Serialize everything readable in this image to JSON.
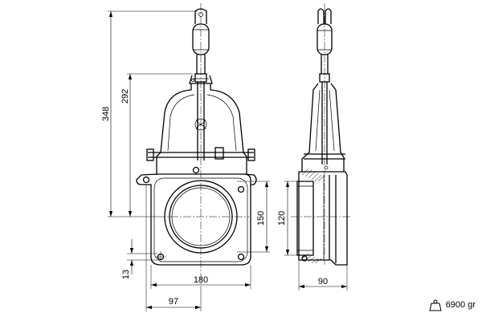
{
  "dimensions": {
    "overall_height": "348",
    "height_to_port_center": "292",
    "flange_width": "180",
    "port_bore": "150",
    "spigot_diameter": "120",
    "body_depth": "90",
    "half_width": "97",
    "bolt_hole_offset": "13"
  },
  "weight": {
    "value": "6900 gr",
    "icon": "weight-icon"
  }
}
